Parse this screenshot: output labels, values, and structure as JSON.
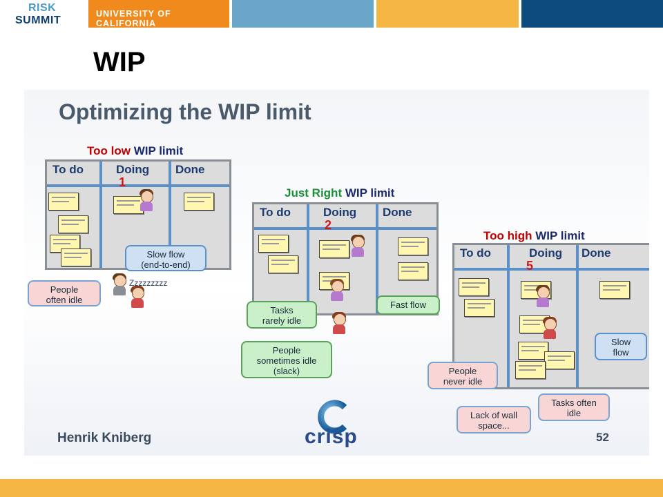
{
  "header": {
    "logo_line1": "RISK",
    "logo_line2": "SUMMIT",
    "university": "UNIVERSITY OF CALIFORNIA"
  },
  "slide": {
    "title": "WIP"
  },
  "figure": {
    "title": "Optimizing the WIP limit",
    "author": "Henrik Kniberg",
    "brand": "crisp",
    "page_number": "52",
    "columns": [
      "To do",
      "Doing",
      "Done"
    ],
    "boards": [
      {
        "label_prefix": "Too low",
        "label_suffix": "WIP limit",
        "wip": "1",
        "bubbles": [
          "Slow flow\n(end-to-end)",
          "People\noften idle"
        ],
        "zzz": "Zzzzzzzzz"
      },
      {
        "label_prefix": "Just Right",
        "label_suffix": "WIP limit",
        "wip": "2",
        "bubbles": [
          "Tasks\nrarely idle",
          "Fast flow",
          "People\nsometimes idle\n(slack)"
        ]
      },
      {
        "label_prefix": "Too high",
        "label_suffix": "WIP limit",
        "wip": "5",
        "bubbles": [
          "Slow\nflow",
          "People\nnever idle",
          "Lack of wall\nspace...",
          "Tasks often\nidle"
        ]
      }
    ]
  },
  "colors": {
    "orange": "#f08a1c",
    "blue": "#6aa6c8",
    "yellow": "#f6b643",
    "navy": "#0d4b7e"
  }
}
